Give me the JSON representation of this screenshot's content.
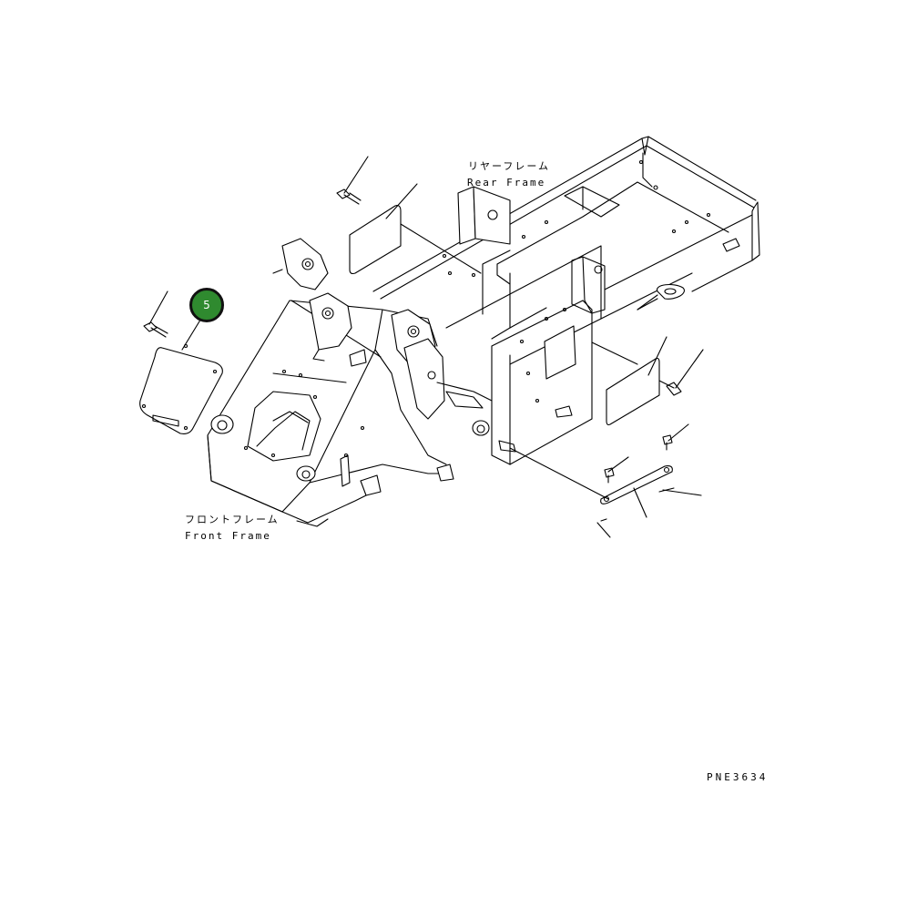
{
  "diagram": {
    "labels": {
      "rear_frame_jp": "リヤーフレーム",
      "rear_frame_en": "Rear Frame",
      "front_frame_jp": "フロントフレーム",
      "front_frame_en": "Front Frame"
    },
    "callouts": [
      {
        "number": "5",
        "color": "#2f8a2f"
      }
    ],
    "drawing_code": "PNE3634"
  }
}
